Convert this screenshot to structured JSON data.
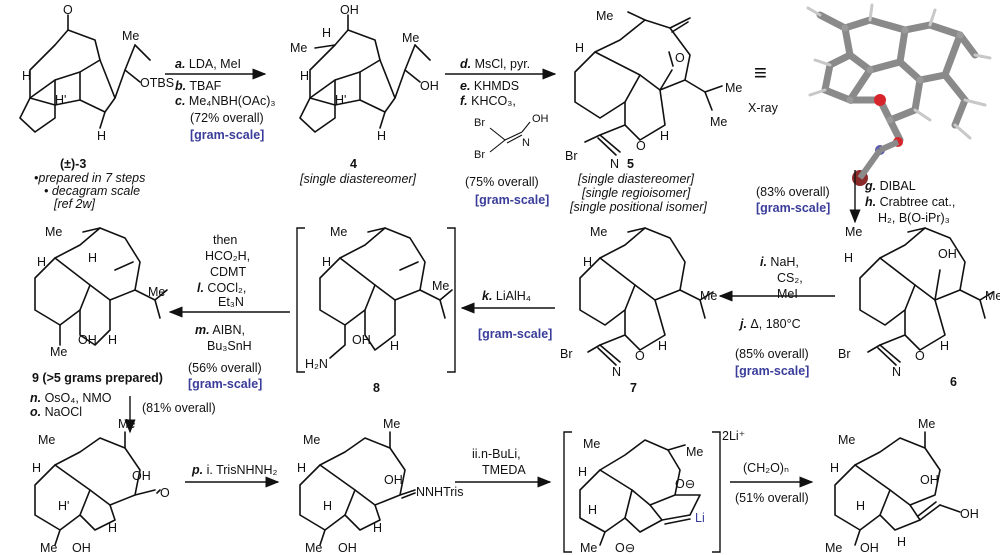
{
  "compounds": {
    "c3": {
      "label": "(±)-3",
      "atoms": {
        "o": "O",
        "me": "Me",
        "otbs": "OTBS",
        "h1": "H",
        "h2": "H'",
        "h3": "H"
      },
      "notes": [
        "•prepared in 7 steps",
        "• decagram scale",
        "[ref 2w]"
      ]
    },
    "c4": {
      "label": "4",
      "atoms": {
        "oh1": "OH",
        "me1": "Me",
        "h1": "H",
        "me2": "Me",
        "oh2": "OH",
        "h2": "H",
        "h3": "H'",
        "h4": "H"
      },
      "note": "[single diastereomer]"
    },
    "c5": {
      "label": "5",
      "atoms": {
        "me1": "Me",
        "h1": "H",
        "o": "O",
        "me2": "Me",
        "me3": "Me",
        "br": "Br",
        "n": "N",
        "o2": "O",
        "h2": "H"
      },
      "notes": [
        "[single diastereomer]",
        "[single regioisomer]",
        "[single positional isomer]"
      ]
    },
    "c6": {
      "label": "6",
      "atoms": {
        "me1": "Me",
        "h1": "H",
        "oh": "OH",
        "me2": "Me",
        "br": "Br",
        "n": "N",
        "o": "O",
        "h2": "H"
      }
    },
    "c7": {
      "label": "7",
      "atoms": {
        "me1": "Me",
        "h1": "H",
        "me2": "Me",
        "br": "Br",
        "n": "N",
        "o": "O",
        "h2": "H"
      }
    },
    "c8": {
      "label": "8",
      "atoms": {
        "me1": "Me",
        "h1": "H",
        "me2": "Me",
        "h2n": "H₂N",
        "oh": "OH",
        "h2": "H"
      }
    },
    "c9": {
      "label": "9 (>5 grams prepared)",
      "atoms": {
        "me1": "Me",
        "h1": "H",
        "h2": "H",
        "me2": "Me",
        "oh": "OH",
        "h3": "H",
        "me3": "Me"
      }
    },
    "c10": {
      "atoms": {
        "me1": "Me",
        "me2": "Me",
        "h1": "H",
        "oh1": "OH",
        "o": "O",
        "h2": "H'",
        "h3": "H",
        "me3": "Me",
        "oh2": "OH"
      }
    },
    "c11": {
      "atoms": {
        "me1": "Me",
        "me2": "Me",
        "h1": "H",
        "oh": "OH",
        "nnh": "NNHTris",
        "h2": "H",
        "h3": "H",
        "me3": "Me",
        "oh2": "OH"
      }
    },
    "c12": {
      "atoms": {
        "me1": "Me",
        "me2": "Me",
        "h1": "H",
        "o1": "O⊖",
        "li": "Li",
        "h2": "H",
        "me3": "Me",
        "o2": "O⊖"
      },
      "charge": "2Li⁺"
    },
    "c13": {
      "atoms": {
        "me1": "Me",
        "me2": "Me",
        "h1": "H",
        "oh1": "OH",
        "h2": "H",
        "oh2": "OH",
        "me3": "Me",
        "oh3": "OH",
        "h3": "H"
      }
    }
  },
  "steps": {
    "s1": {
      "lines": [
        {
          "key": "a.",
          "text": " LDA, MeI"
        },
        {
          "key": "b.",
          "text": " TBAF"
        },
        {
          "key": "c.",
          "text": "  Me₄NBH(OAc)₃"
        }
      ],
      "yield": "(72% overall)",
      "scale": "[gram-scale]"
    },
    "s2": {
      "lines": [
        {
          "key": "d.",
          "text": " MsCl, pyr."
        },
        {
          "key": "e.",
          "text": " KHMDS"
        },
        {
          "key": "f.",
          "text": " KHCO₃,"
        }
      ],
      "reagent_atoms": {
        "br1": "Br",
        "oh": "OH",
        "br2": "Br",
        "n": "N"
      },
      "yield": "(75% overall)",
      "scale": "[gram-scale]"
    },
    "s3": {
      "equiv": "≡",
      "label": "X-ray"
    },
    "s4": {
      "lines": [
        {
          "key": "g.",
          "text": " DIBAL"
        },
        {
          "key": "h.",
          "text": "  Crabtree cat.,"
        },
        {
          "key": "",
          "text": "H₂, B(O-iPr)₃"
        }
      ],
      "yield": "(83% overall)",
      "scale": "[gram-scale]"
    },
    "s5": {
      "lines": [
        {
          "key": "i.",
          "text": "  NaH,"
        },
        {
          "key": "",
          "text": "CS₂,"
        },
        {
          "key": "",
          "text": "MeI"
        },
        {
          "key": "j.",
          "text": " Δ, 180°C"
        }
      ],
      "yield": "(85% overall)",
      "scale": "[gram-scale]"
    },
    "s6": {
      "line": {
        "key": "k.",
        "text": " LiAlH₄"
      },
      "scale": "[gram-scale]"
    },
    "s7": {
      "lines": [
        {
          "key": "",
          "text": "then"
        },
        {
          "key": "",
          "text": "HCO₂H,"
        },
        {
          "key": "",
          "text": "CDMT"
        },
        {
          "key": "l.",
          "text": " COCl₂,"
        },
        {
          "key": "",
          "text": "Et₃N"
        },
        {
          "key": "m.",
          "text": " AIBN,"
        },
        {
          "key": "",
          "text": "Bu₃SnH"
        }
      ],
      "yield": "(56% overall)",
      "scale": "[gram-scale]"
    },
    "s8": {
      "lines": [
        {
          "key": "n.",
          "text": " OsO₄, NMO"
        },
        {
          "key": "o.",
          "text": " NaOCl"
        }
      ],
      "yield": "(81% overall)"
    },
    "s9": {
      "line": {
        "key": "p.",
        "text": " i. TrisNHNH₂"
      }
    },
    "s10": {
      "lines": [
        {
          "key": "",
          "text": "ii.n-BuLi,"
        },
        {
          "key": "",
          "text": "TMEDA"
        }
      ]
    },
    "s11": {
      "reagent": "(CH₂O)ₙ",
      "yield": "(51% overall)"
    }
  },
  "colors": {
    "accent": "#3a3d9a",
    "oxygen": "#d6262c"
  }
}
